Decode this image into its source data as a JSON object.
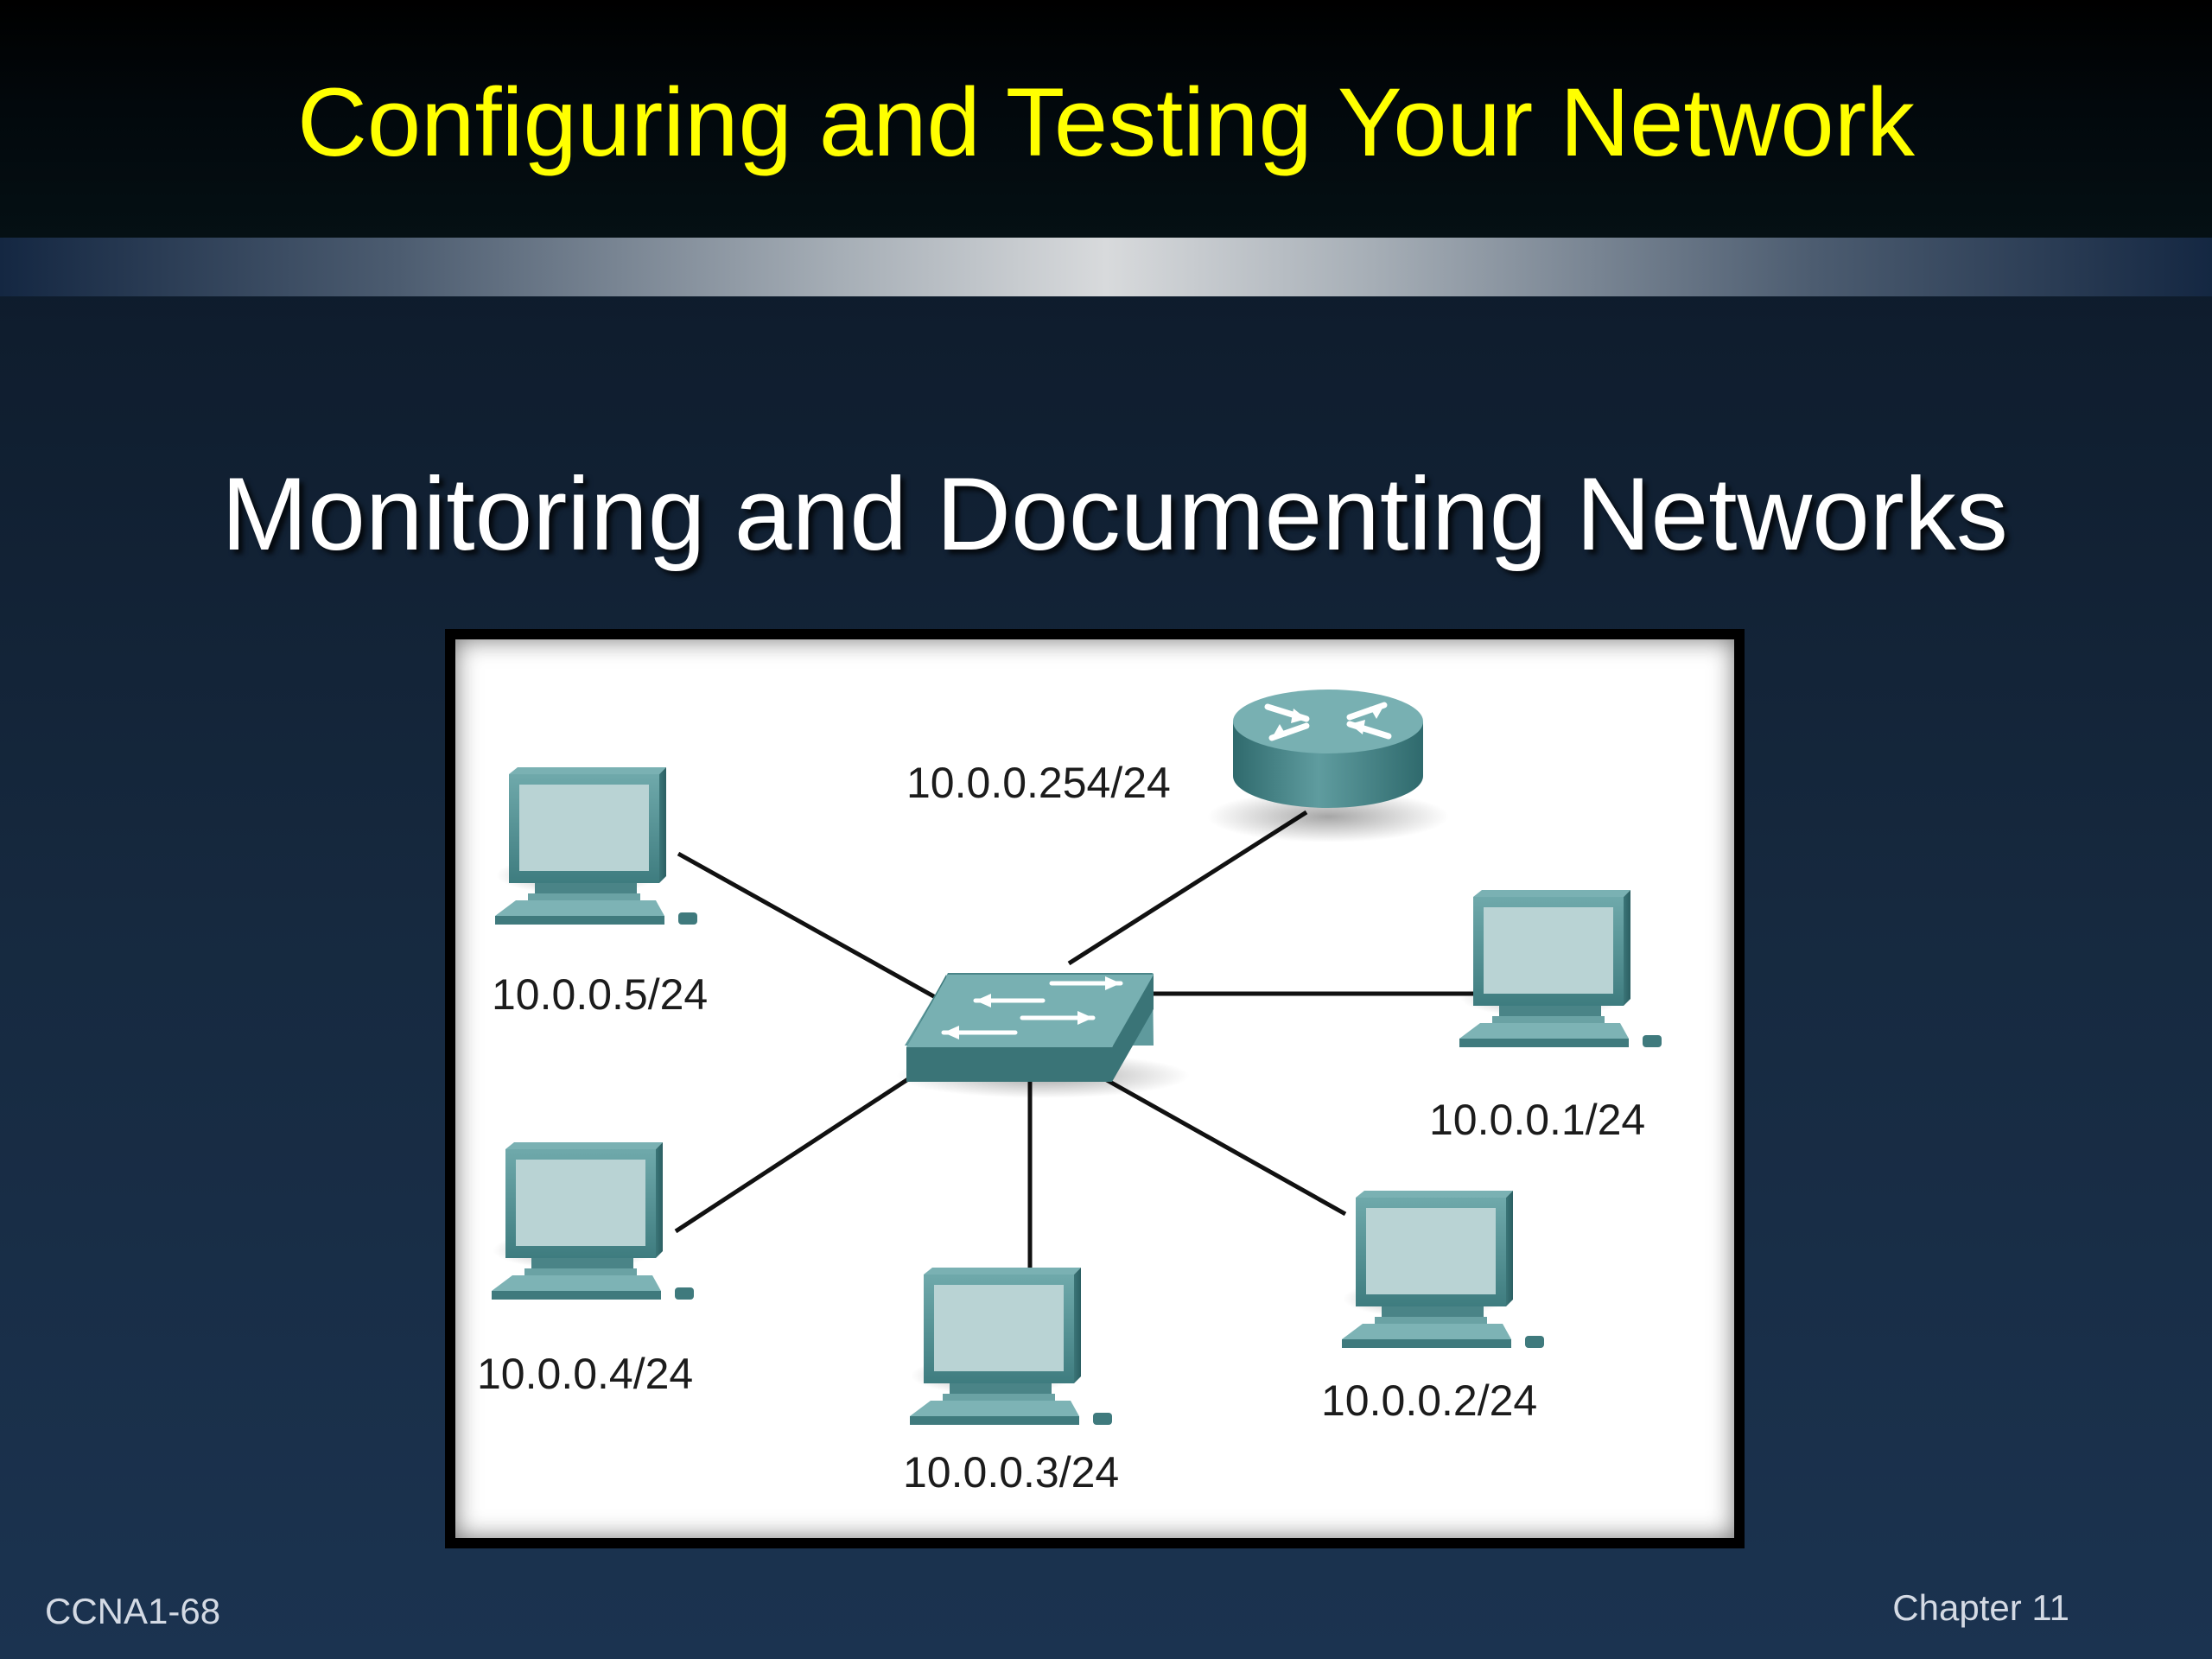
{
  "header": {
    "title": "Configuring and Testing Your Network"
  },
  "slide": {
    "title": "Monitoring and Documenting Networks"
  },
  "figure": {
    "router_address": "10.0.0.254/24",
    "hosts": [
      "10.0.0.5/24",
      "10.0.0.4/24",
      "10.0.0.3/24",
      "10.0.0.2/24",
      "10.0.0.1/24"
    ]
  },
  "footer": {
    "left": "CCNA1-68",
    "right": "Chapter 11"
  },
  "colors": {
    "header_text": "#ffff00",
    "device_teal": "#4f8f92",
    "screen": "#b9d3d4"
  },
  "icons": {
    "router": "router-icon",
    "switch": "switch-icon",
    "host": "pc-icon"
  }
}
